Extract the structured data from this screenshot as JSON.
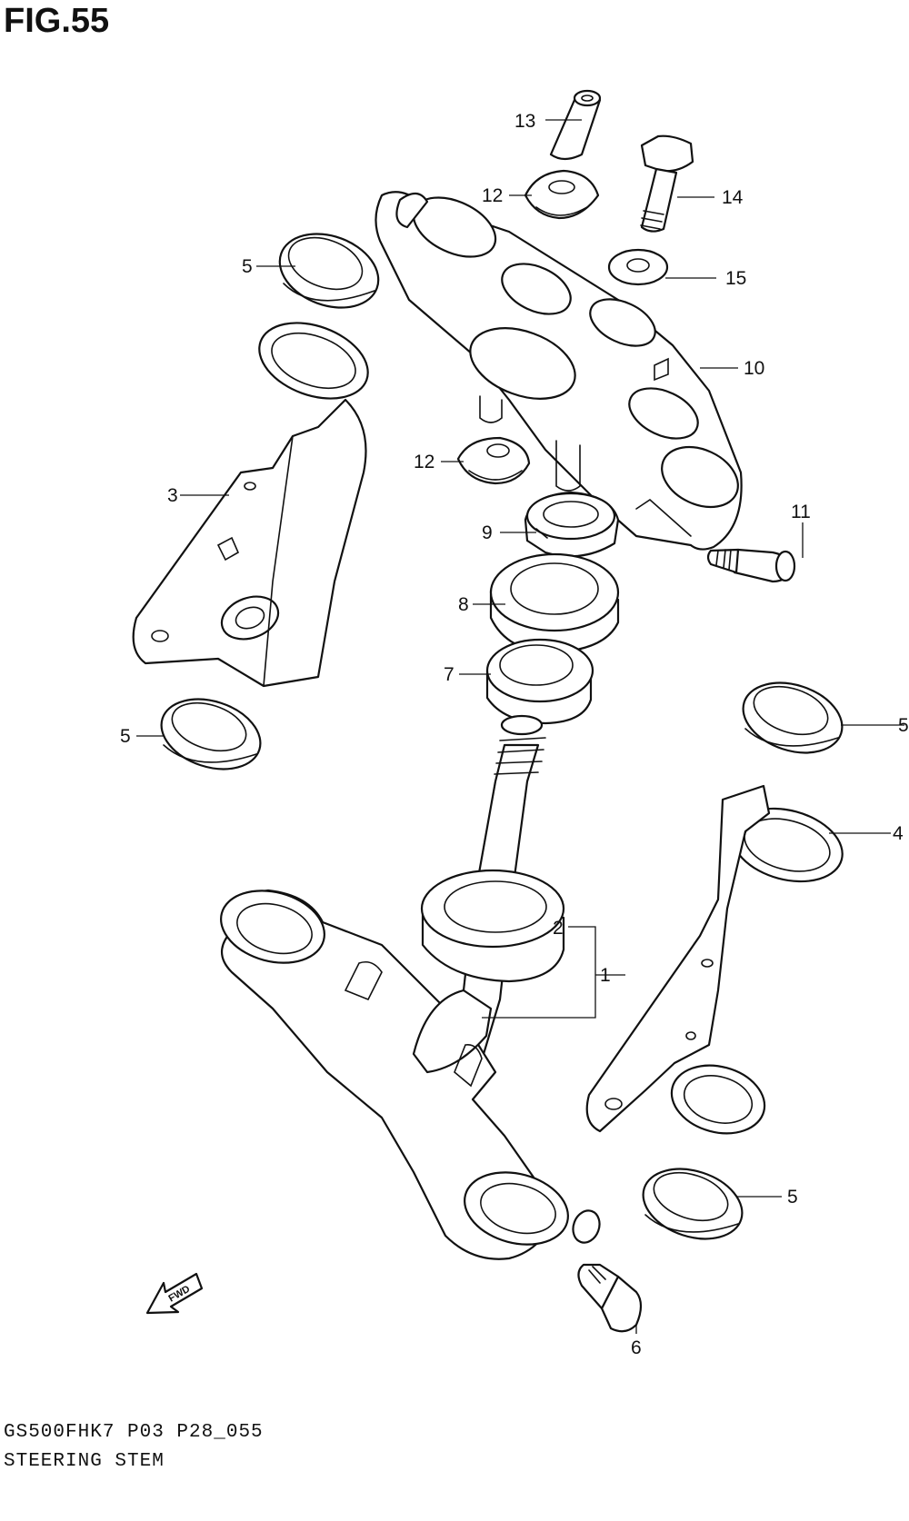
{
  "figure": {
    "title": "FIG.55",
    "model_code": "GS500FHK7  P03 P28_055",
    "section_name": "STEERING STEM",
    "fwd_label": "FWD"
  },
  "callouts": [
    {
      "id": "c13",
      "label": "13"
    },
    {
      "id": "c12a",
      "label": "12"
    },
    {
      "id": "c14",
      "label": "14"
    },
    {
      "id": "c5a",
      "label": "5"
    },
    {
      "id": "c15",
      "label": "15"
    },
    {
      "id": "c10",
      "label": "10"
    },
    {
      "id": "c12b",
      "label": "12"
    },
    {
      "id": "c3",
      "label": "3"
    },
    {
      "id": "c11",
      "label": "11"
    },
    {
      "id": "c9",
      "label": "9"
    },
    {
      "id": "c8",
      "label": "8"
    },
    {
      "id": "c7",
      "label": "7"
    },
    {
      "id": "c5b",
      "label": "5"
    },
    {
      "id": "c5c",
      "label": "5"
    },
    {
      "id": "c4",
      "label": "4"
    },
    {
      "id": "c2",
      "label": "2"
    },
    {
      "id": "c1",
      "label": "1"
    },
    {
      "id": "c5d",
      "label": "5"
    },
    {
      "id": "c6",
      "label": "6"
    }
  ]
}
